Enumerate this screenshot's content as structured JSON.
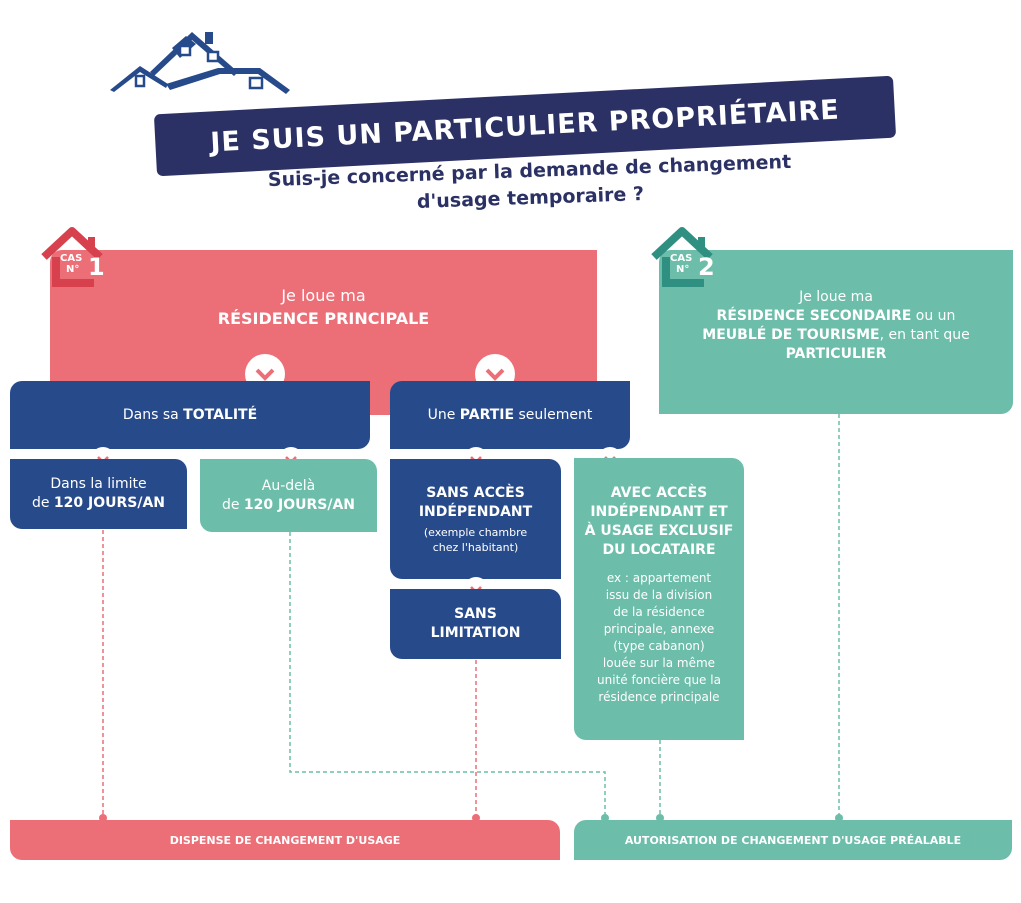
{
  "colors": {
    "pink": "#ec6f78",
    "blue": "#274a8b",
    "teal": "#6cbda9",
    "navy": "#2b3164"
  },
  "header": {
    "title": "JE SUIS UN PARTICULIER PROPRIÉTAIRE",
    "subtitle_line1": "Suis-je concerné par la demande de changement",
    "subtitle_line2": "d'usage temporaire ?"
  },
  "case1": {
    "badge_cas": "CAS",
    "badge_no": "N°",
    "badge_num": "1",
    "line1": "Je loue ma",
    "line2": "RÉSIDENCE PRINCIPALE",
    "totalite": {
      "pre": "Dans sa ",
      "bold": "TOTALITÉ"
    },
    "partie": {
      "pre": "Une ",
      "bold": "PARTIE",
      "post": " seulement"
    },
    "limite": {
      "line1": "Dans la limite",
      "pre": "de ",
      "bold": "120 JOURS/AN"
    },
    "audela": {
      "line1": "Au-delà",
      "pre": "de ",
      "bold": "120 JOURS/AN"
    },
    "sans_acces": {
      "line1": "SANS ACCÈS",
      "line2": "INDÉPENDANT",
      "note1": "(exemple chambre",
      "note2": "chez l'habitant)"
    },
    "sans_limitation": {
      "line1": "SANS",
      "line2": "LIMITATION"
    },
    "avec_acces": {
      "l1": "AVEC ACCÈS",
      "l2": "INDÉPENDANT ET",
      "l3": "À USAGE EXCLUSIF",
      "l4": "DU LOCATAIRE",
      "ex": [
        "ex : appartement",
        "issu de la division",
        "de la résidence",
        "principale, annexe",
        "(type cabanon)",
        "louée sur la même",
        "unité foncière que la",
        "résidence principale"
      ]
    }
  },
  "case2": {
    "badge_cas": "CAS",
    "badge_no": "N°",
    "badge_num": "2",
    "line1": "Je loue ma",
    "b1": "RÉSIDENCE SECONDAIRE",
    "t1": " ou un",
    "b2": "MEUBLÉ DE TOURISME",
    "t2": ", en tant que",
    "b3": "PARTICULIER"
  },
  "results": {
    "dispense": "DISPENSE DE CHANGEMENT D'USAGE",
    "autorisation": "AUTORISATION DE CHANGEMENT D'USAGE PRÉALABLE"
  }
}
